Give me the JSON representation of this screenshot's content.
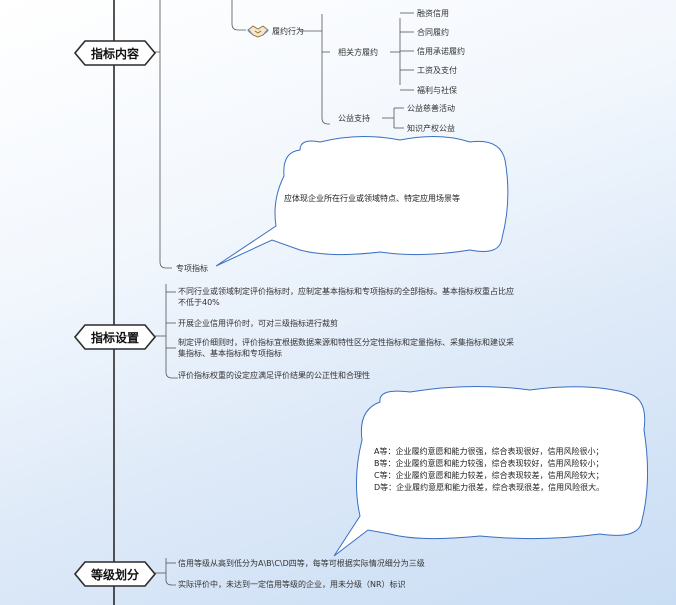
{
  "sections": {
    "content": "指标内容",
    "setting": "指标设置",
    "grading": "等级划分"
  },
  "tree": {
    "performance": "履约行为",
    "stakeholder": "相关方履约",
    "stakeholder_items": [
      "融资信用",
      "合同履约",
      "信用承诺履约",
      "工资及支付",
      "福利与社保"
    ],
    "public": "公益支持",
    "public_items": [
      "公益慈善活动",
      "知识产权公益"
    ],
    "special": "专项指标"
  },
  "clouds": {
    "special_note": "应体现企业所在行业或领域特点、特定应用场景等",
    "grades": [
      "A等：企业履约意愿和能力很强，综合表现很好，信用风险很小；",
      "B等：企业履约意愿和能力较强，综合表现较好，信用风险较小；",
      "C等：企业履约意愿和能力较差，综合表现较差，信用风险较大；",
      "D等：企业履约意愿和能力很差，综合表现很差，信用风险很大。"
    ]
  },
  "setting_items": [
    "不同行业或领域制定评价指标时，应制定基本指标和专项指标的全部指标。基本指标权重占比应不低于40%",
    "开展企业信用评价时，可对三级指标进行裁剪",
    "制定评价细则时，评价指标宜根据数据来源和特性区分定性指标和定量指标、采集指标和建议采集指标、基本指标和专项指标",
    "评价指标权重的设定应满足评价结果的公正性和合理性"
  ],
  "grading_items": [
    "信用等级从高到低分为A\\B\\C\\D四等，每等可根据实际情况细分为三级",
    "实际评价中，未达到一定信用等级的企业，用未分级（NR）标识"
  ],
  "colors": {
    "line": "#555555",
    "spine": "#2b2b2b",
    "cloud_stroke": "#3a6fc4"
  },
  "icons": {
    "performance": "handshake-icon"
  }
}
